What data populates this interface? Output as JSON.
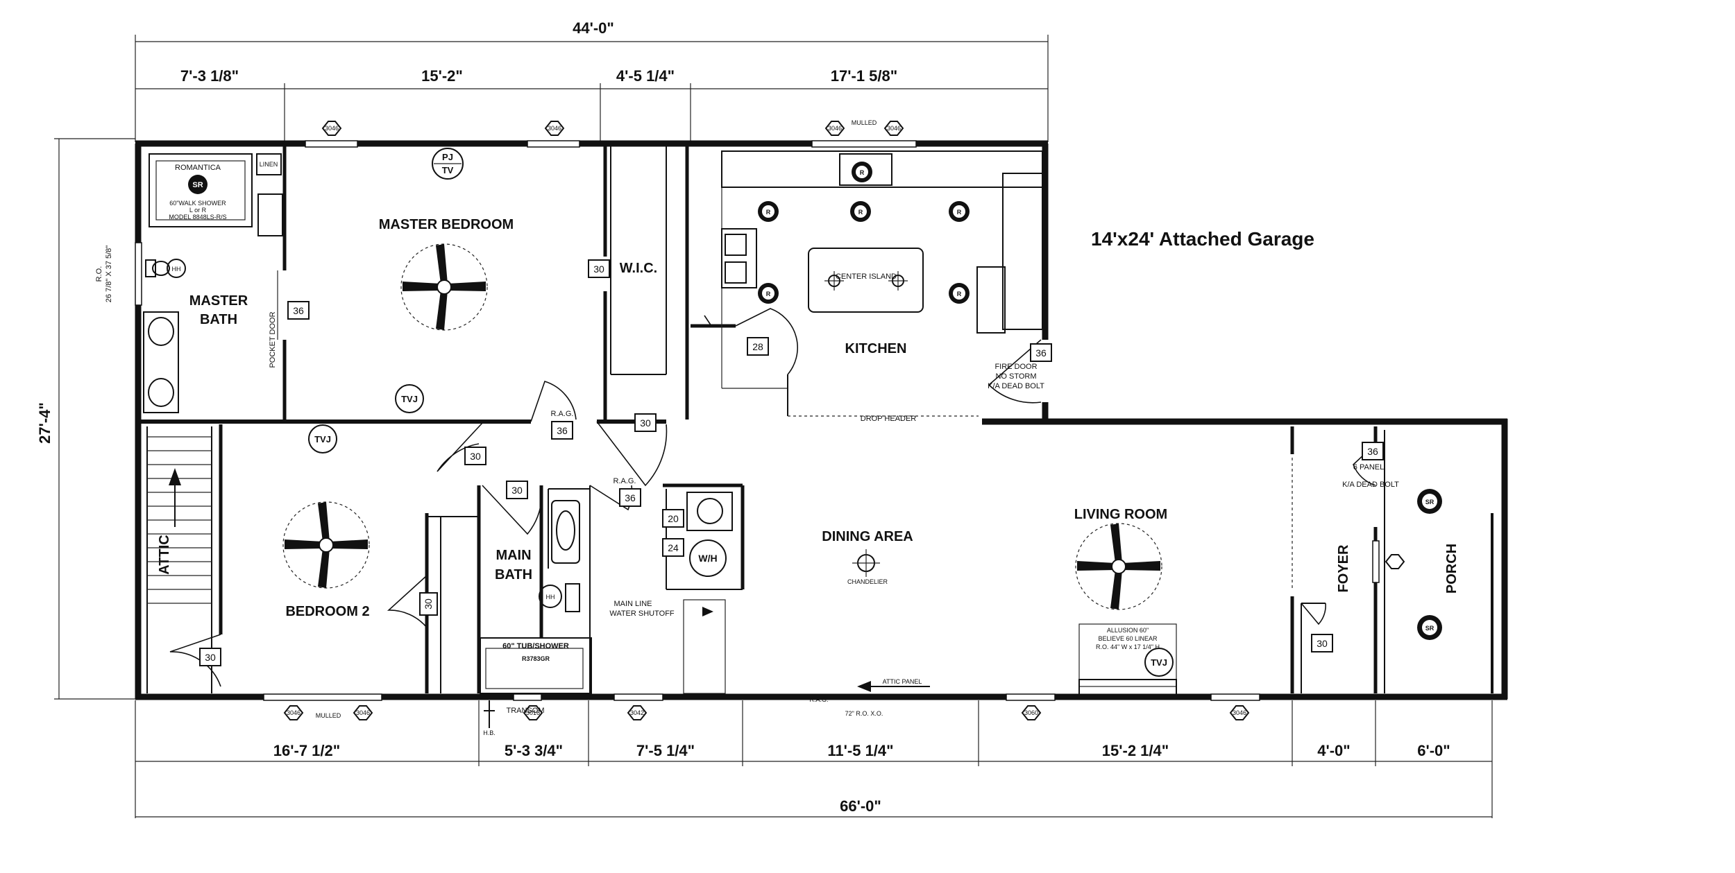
{
  "dimensions": {
    "top_total": "44'-0\"",
    "top_segments": [
      "7'-3 1/8\"",
      "15'-2\"",
      "4'-5 1/4\"",
      "17'-1 5/8\""
    ],
    "bottom_segments": [
      "16'-7 1/2\"",
      "5'-3 3/4\"",
      "7'-5 1/4\"",
      "11'-5 1/4\"",
      "15'-2 1/4\"",
      "4'-0\"",
      "6'-0\""
    ],
    "bottom_total": "66'-0\"",
    "left_total": "27'-4\"",
    "ro_line1": "R.O.",
    "ro_line2": "26 7/8\" X 37 5/8\""
  },
  "rooms": {
    "master_bedroom": "MASTER BEDROOM",
    "master_bath_1": "MASTER",
    "master_bath_2": "BATH",
    "wic": "W.I.C.",
    "kitchen": "KITCHEN",
    "garage": "14'x24' Attached Garage",
    "attic": "ATTIC",
    "bedroom2": "BEDROOM 2",
    "main_bath_1": "MAIN",
    "main_bath_2": "BATH",
    "dining": "DINING AREA",
    "living": "LIVING ROOM",
    "foyer": "FOYER",
    "porch": "PORCH"
  },
  "notes": {
    "romantica": "ROMANTICA",
    "shower": "60\"WALK SHOWER",
    "shower_lr": "L or R",
    "model": "MODEL 8848LS-R/S",
    "linen": "LINEN",
    "pocket_door": "POCKET DOOR",
    "pj_tv_1": "PJ",
    "pj_tv_2": "TV",
    "tvj": "TVJ",
    "hh": "HH",
    "sr": "SR",
    "r": "R",
    "wh": "W/H",
    "rag": "R.A.G.",
    "drop_header": "DROP HEADER",
    "fire_door_1": "FIRE DOOR",
    "fire_door_2": "NO STORM",
    "fire_door_3": "K/A DEAD BOLT",
    "center_island": "CENTER ISLAND",
    "six_panel_1": "6 PANEL",
    "six_panel_2": "K/A DEAD BOLT",
    "main_line_1": "MAIN LINE",
    "main_line_2": "WATER SHUTOFF",
    "tub_1": "60\" TUB/SHOWER",
    "tub_2": "R3783GR",
    "transom": "TRANSOM",
    "chandelier": "CHANDELIER",
    "fireplace_1": "ALLUSION 60\"",
    "fireplace_2": "BELIEVE 60 LINEAR",
    "fireplace_3": "R.O. 44\" W x 17 1/4\" H",
    "muled": "MULLED",
    "window_3046": "3046",
    "window_3060": "3060",
    "window_3016": "3016",
    "window_3042": "3042",
    "door_sizes": [
      "30",
      "36",
      "28",
      "20",
      "24"
    ],
    "arrow_label": "ATTIC PANEL",
    "hose": "H.B.",
    "exterior_rag": "R.A.G.",
    "exterior_gas": "72\" R.O. X.O."
  }
}
